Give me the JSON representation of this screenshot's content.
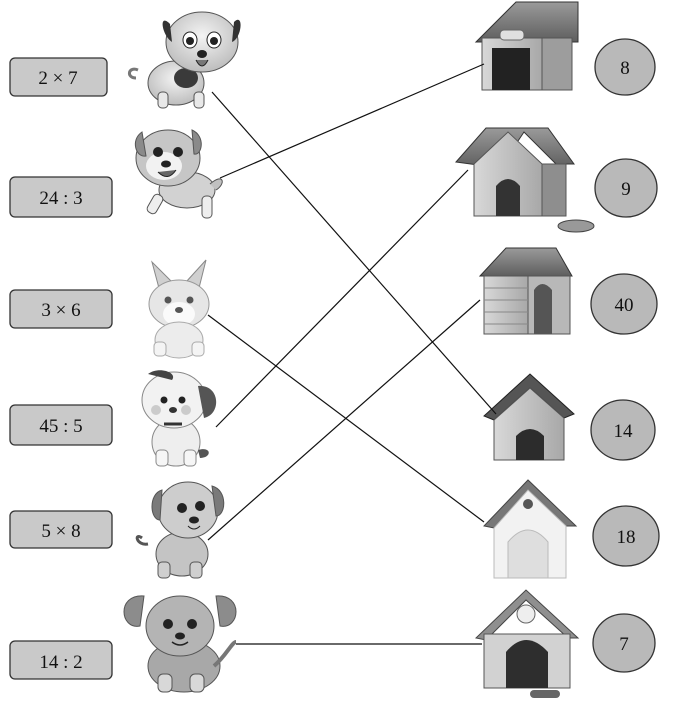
{
  "expressions": [
    {
      "label": "2 × 7"
    },
    {
      "label": "24 : 3"
    },
    {
      "label": "3 × 6"
    },
    {
      "label": "45 : 5"
    },
    {
      "label": "5 × 8"
    },
    {
      "label": "14 : 2"
    }
  ],
  "answers": [
    {
      "label": "8"
    },
    {
      "label": "9"
    },
    {
      "label": "40"
    },
    {
      "label": "14"
    },
    {
      "label": "18"
    },
    {
      "label": "7"
    }
  ],
  "connections": [
    {
      "from": 0,
      "to": 3
    },
    {
      "from": 1,
      "to": 0
    },
    {
      "from": 2,
      "to": 4
    },
    {
      "from": 3,
      "to": 1
    },
    {
      "from": 4,
      "to": 2
    },
    {
      "from": 5,
      "to": 5
    }
  ]
}
